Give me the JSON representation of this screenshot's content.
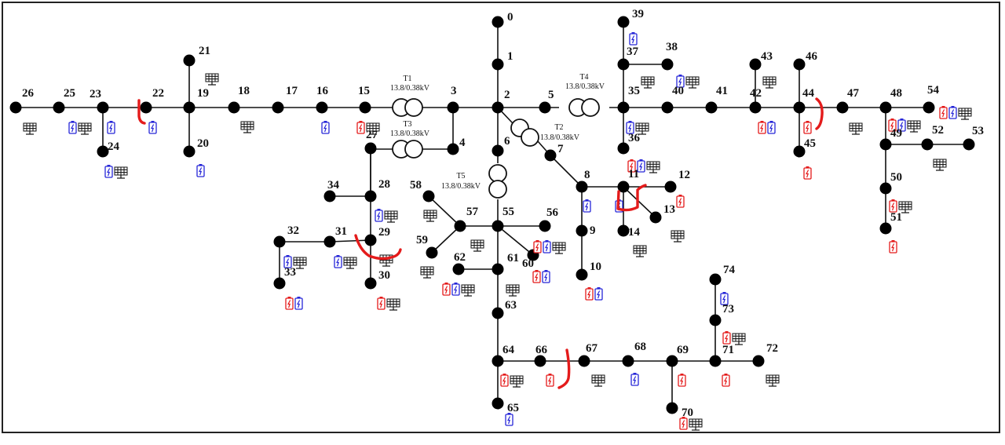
{
  "colors": {
    "line": "#111111",
    "node": "#000000",
    "battery_red": "#e41b1b",
    "battery_blue": "#2727d8",
    "switch_open_mark": "#e41b1b"
  },
  "icons": {
    "battery_red": "battery-storage-icon-red",
    "battery_blue": "battery-storage-icon-blue",
    "pv": "solar-panel-icon"
  },
  "buses": [
    "0",
    "1",
    "2",
    "3",
    "4",
    "5",
    "6",
    "7",
    "8",
    "9",
    "10",
    "11",
    "12",
    "13",
    "14",
    "15",
    "16",
    "17",
    "18",
    "19",
    "20",
    "21",
    "22",
    "23",
    "24",
    "25",
    "26",
    "27",
    "28",
    "29",
    "30",
    "31",
    "32",
    "33",
    "34",
    "35",
    "36",
    "37",
    "38",
    "39",
    "40",
    "41",
    "42",
    "43",
    "44",
    "45",
    "46",
    "47",
    "48",
    "49",
    "50",
    "51",
    "52",
    "53",
    "54",
    "55",
    "56",
    "57",
    "58",
    "59",
    "60",
    "61",
    "62",
    "63",
    "64",
    "65",
    "66",
    "67",
    "68",
    "69",
    "70",
    "71",
    "72",
    "73",
    "74"
  ],
  "transformers": [
    {
      "name": "T1",
      "rating": "13.8/0.38kV"
    },
    {
      "name": "T2",
      "rating": "13.8/0.38kV"
    },
    {
      "name": "T3",
      "rating": "13.8/0.38kV"
    },
    {
      "name": "T4",
      "rating": "13.8/0.38kV"
    },
    {
      "name": "T5",
      "rating": "13.8/0.38kV"
    }
  ]
}
